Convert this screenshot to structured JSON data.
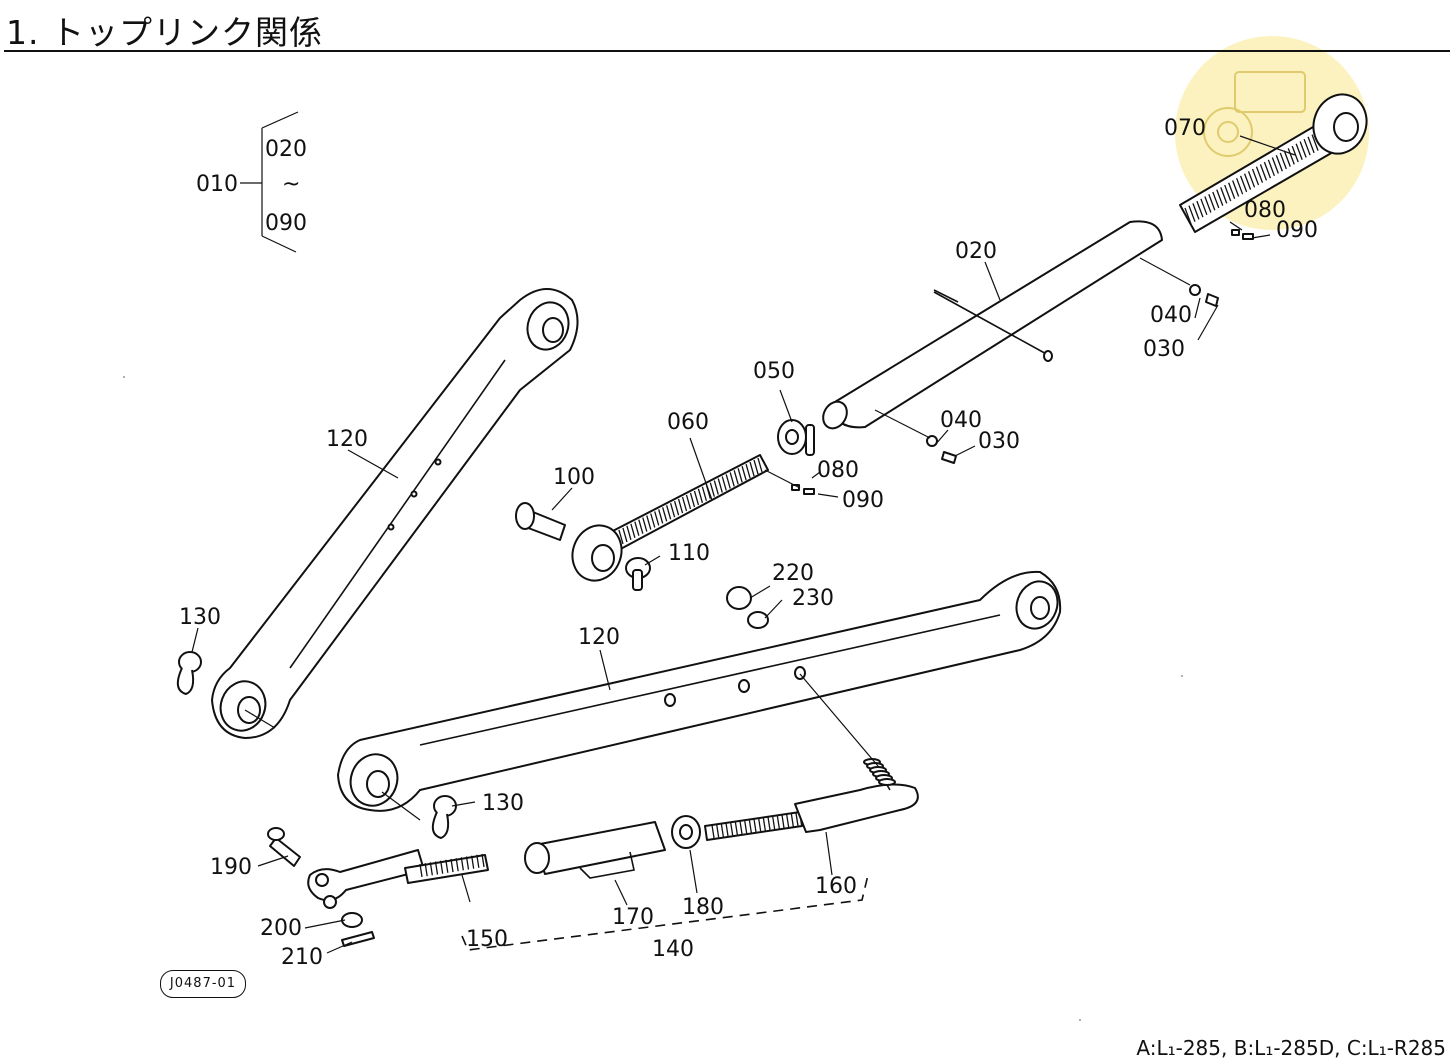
{
  "page": {
    "title": "1. トップリンク関係",
    "figure_code": "J0487-01",
    "footer_note": "A:L₁-285, B:L₁-285D, C:L₁-R285"
  },
  "legend": {
    "assembly": "010",
    "from": "020",
    "to": "090",
    "tilde": "~"
  },
  "labels": {
    "l020": "020",
    "l030a": "030",
    "l030b": "030",
    "l040a": "040",
    "l040b": "040",
    "l050": "050",
    "l060": "060",
    "l070": "070",
    "l080a": "080",
    "l080b": "080",
    "l090a": "090",
    "l090b": "090",
    "l100": "100",
    "l110": "110",
    "l120a": "120",
    "l120b": "120",
    "l130a": "130",
    "l130b": "130",
    "l140": "140",
    "l150": "150",
    "l160": "160",
    "l170": "170",
    "l180": "180",
    "l190": "190",
    "l200": "200",
    "l210": "210",
    "l220": "220",
    "l230": "230"
  },
  "watermark": {
    "color": "#f7e58a",
    "icon": "tractor-icon"
  }
}
